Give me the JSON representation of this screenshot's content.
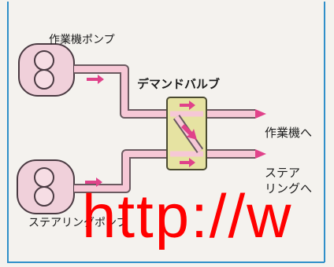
{
  "labels": {
    "pump_top": "作業機ポンプ",
    "demand_valve": "デマンドバルブ",
    "output_work": "作業機へ",
    "output_steering_line1": "ステア",
    "output_steering_line2": "リングへ",
    "pump_bottom": "ステアリングポンプ"
  },
  "watermark": "http://w",
  "colors": {
    "background": "#f4f2ee",
    "frame": "#2f8fc9",
    "pipe": "#f6c8d6",
    "pipe_outline": "#6a5a60",
    "arrow": "#e0428a",
    "valve_fill": "#e6e3a2",
    "pump_fill": "#f0d0da",
    "watermark": "#ff0000"
  }
}
